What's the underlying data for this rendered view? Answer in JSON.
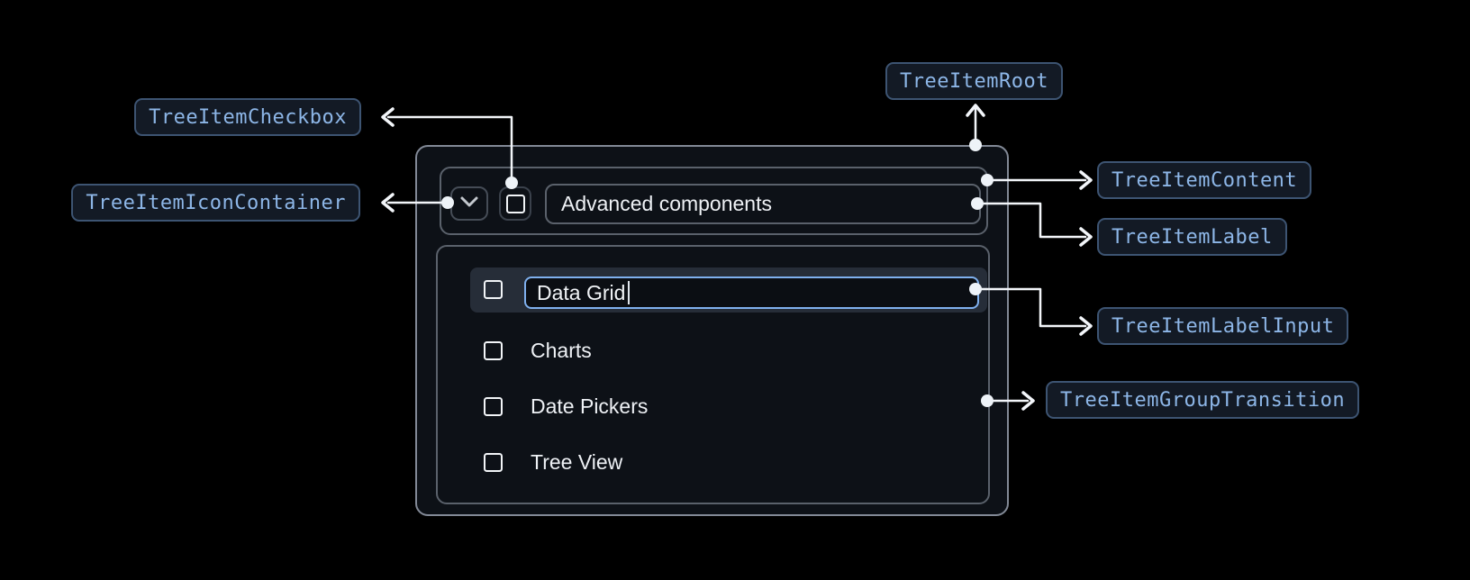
{
  "badges": {
    "checkbox": "TreeItemCheckbox",
    "icon_container": "TreeItemIconContainer",
    "root": "TreeItemRoot",
    "content": "TreeItemContent",
    "label": "TreeItemLabel",
    "label_input": "TreeItemLabelInput",
    "group_transition": "TreeItemGroupTransition"
  },
  "tree": {
    "parent_label": "Advanced components",
    "editing_value": "Data Grid",
    "items": [
      "Charts",
      "Date Pickers",
      "Tree View"
    ],
    "checkbox_state": "unchecked",
    "expand_state": "expanded"
  },
  "icons": {
    "expand": "chevron-down",
    "checkbox": "square-unchecked"
  },
  "colors": {
    "background": "#000000",
    "card_background": "#0d1117",
    "card_border": "#828996",
    "inner_border": "#5a616b",
    "row_highlight": "#262d38",
    "input_border": "#7fb0ee",
    "badge_background": "#131a25",
    "badge_border": "#3d5472",
    "badge_text": "#8db6e7",
    "connector": "#f3f6fa",
    "text": "#eef1f5"
  }
}
